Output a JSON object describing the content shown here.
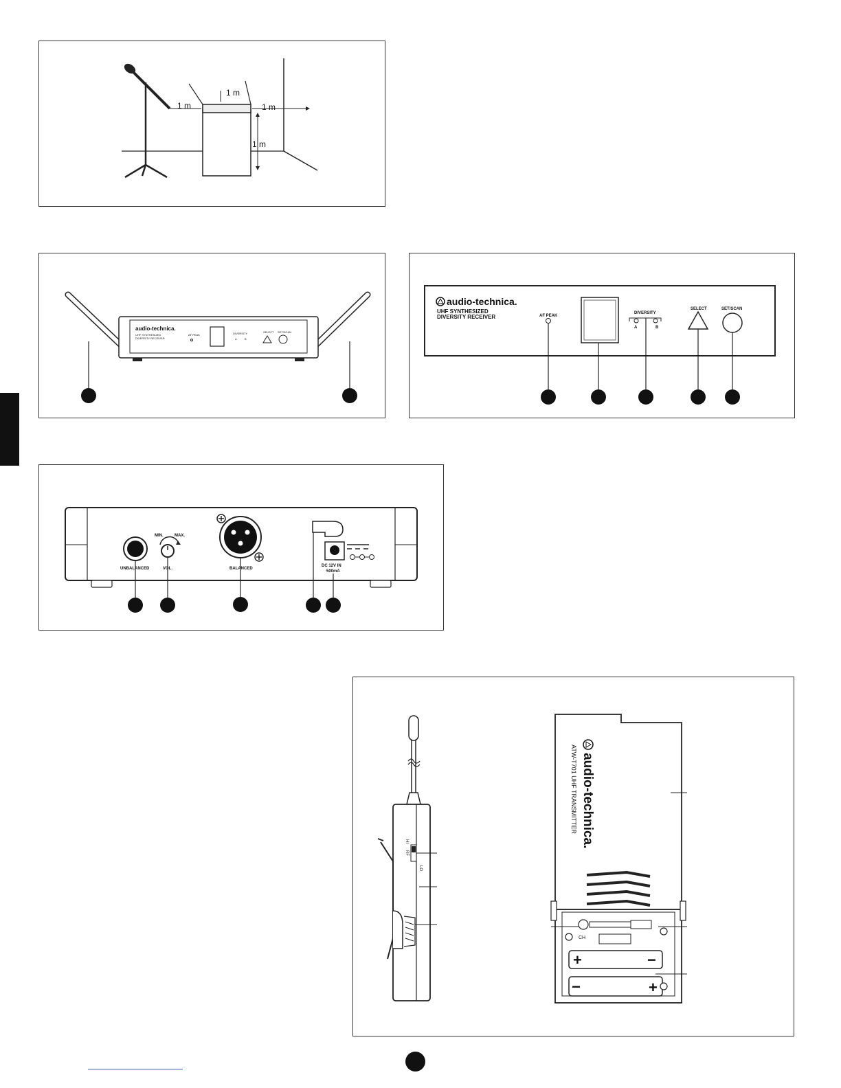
{
  "placement": {
    "dist_top": "1 m",
    "dist_left": "1 m",
    "dist_right": "1 m",
    "dist_vertical": "1 m"
  },
  "receiver_front_small": {
    "brand": "audio-technica.",
    "model_line1": "UHF SYNTHESIZED",
    "model_line2": "DIVERSITY RECEIVER",
    "af_peak": "AF PEAK",
    "diversity": "DIVERSITY",
    "a": "A",
    "b": "B",
    "select": "SELECT",
    "set_scan": "SET/SCAN"
  },
  "receiver_front_detail": {
    "brand": "audio-technica.",
    "model_line1": "UHF SYNTHESIZED",
    "model_line2": "DIVERSITY RECEIVER",
    "af_peak": "AF PEAK",
    "diversity": "DIVERSITY",
    "a": "A",
    "b": "B",
    "select": "SELECT",
    "set_scan": "SET/SCAN"
  },
  "receiver_rear": {
    "unbalanced": "UNBALANCED",
    "min": "MIN.",
    "max": "MAX.",
    "vol": "VOL.",
    "balanced": "BALANCED",
    "dc_label": "DC  12V  IN",
    "current": "500mA"
  },
  "transmitter": {
    "brand": "audio-technica.",
    "model": "ATW-T701 UHF TRANSMITTER",
    "switch_hi": "HI",
    "switch_lo": "LO",
    "switch_rf": "RF",
    "ch_label": "CH"
  }
}
